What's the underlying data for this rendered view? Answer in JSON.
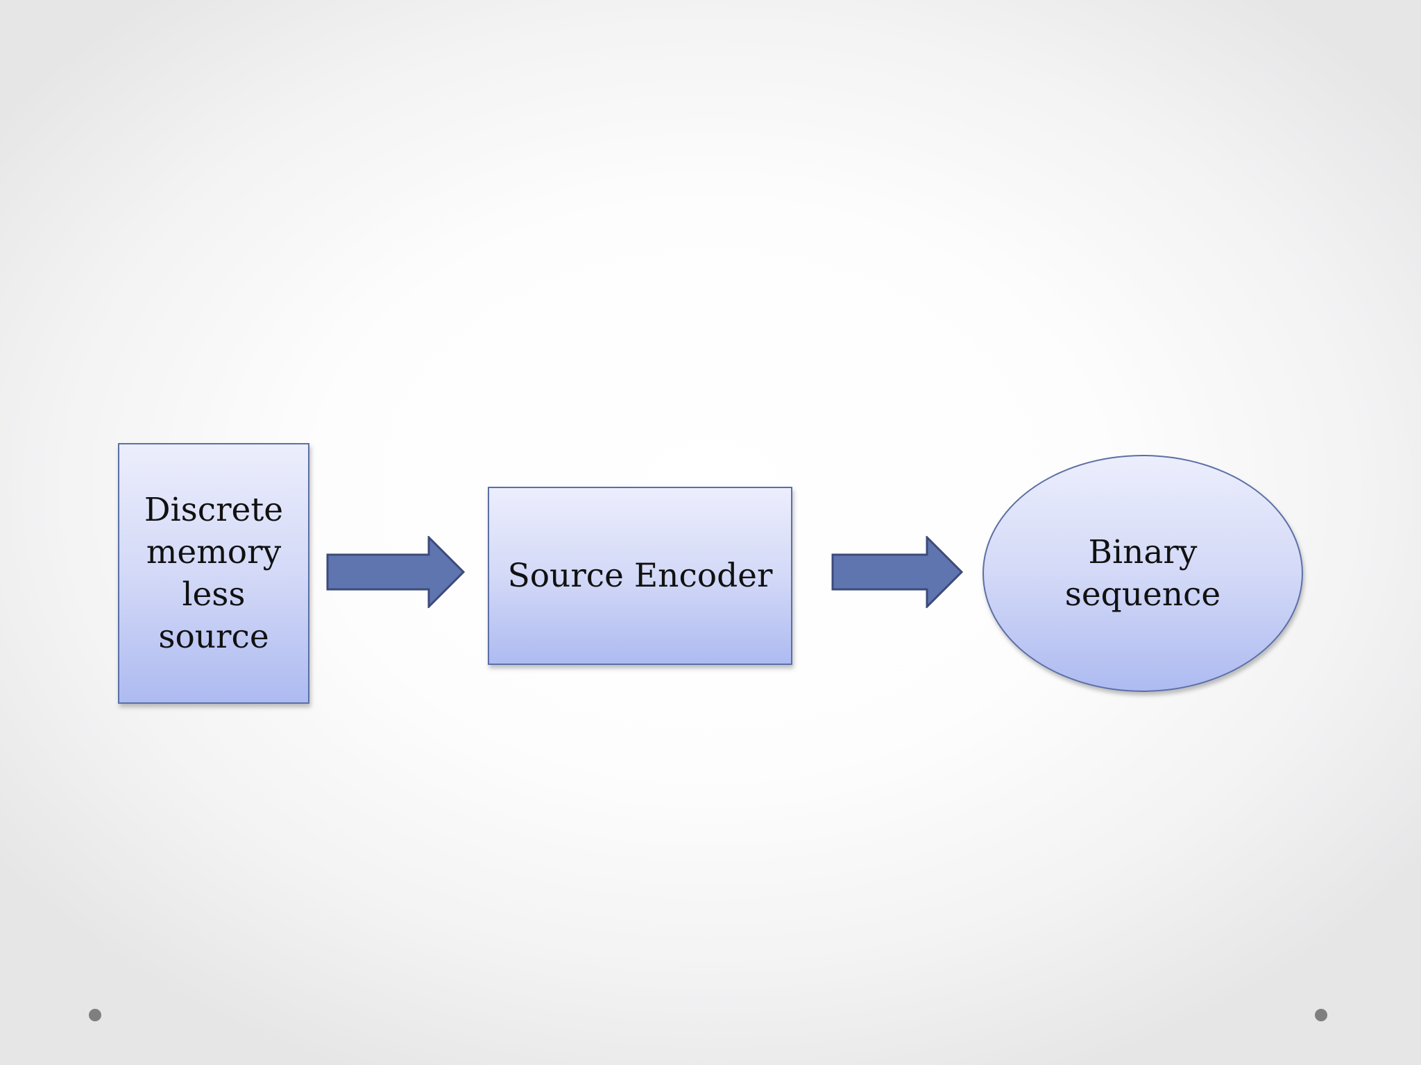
{
  "diagram": {
    "nodes": [
      {
        "id": "source",
        "shape": "rectangle",
        "label": "Discrete\nmemory\nless\nsource"
      },
      {
        "id": "encoder",
        "shape": "rectangle",
        "label": "Source Encoder"
      },
      {
        "id": "output",
        "shape": "ellipse",
        "label": "Binary\nsequence"
      }
    ],
    "edges": [
      {
        "from": "source",
        "to": "encoder"
      },
      {
        "from": "encoder",
        "to": "output"
      }
    ]
  },
  "colors": {
    "node_fill_top": "#eceefc",
    "node_fill_bottom": "#aebbf1",
    "node_border": "#5b6fa6",
    "arrow_fill": "#5f75b0",
    "arrow_border": "#3d4a7a",
    "bullet_dot": "#7f7f7f"
  }
}
